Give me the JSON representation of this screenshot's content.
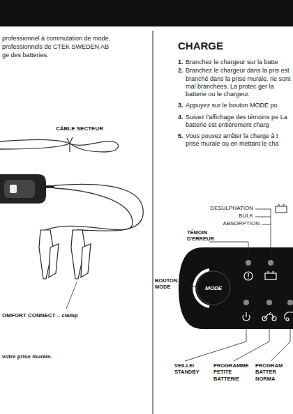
{
  "diagram": {
    "title": "CHARGE",
    "nodes": [
      {
        "text": [
          "MODE"
        ]
      }
    ],
    "labels": [
      "professionnel à commutation de mode.",
      "professionnels de CTEK SWEDEN AB",
      "ge des batteries.",
      "CÂBLE SECTEUR",
      "OMFORT CONNECT – clamp",
      "votre prise murale.",
      "1.",
      "Branchez le chargeur sur la batte",
      "2.",
      "Branchez le chargeur dans la pris est branché dans la prise murale. rie sont mal branchées. La protec ger la batterie ou le chargeur.",
      "3.",
      "Appuyez sur le bouton MODE po",
      "4.",
      "Suivez l'affichage des témoins pe La batterie est entièrement charg",
      "5.",
      "Vous pouvez arrêter la charge à t prise murale ou en mettant le cha",
      "DESULPHATION",
      "BULK",
      "ABSORPTION",
      "TÉMOIN D'ERREUR",
      "BOUTON DE MODE",
      "VEILLE/ STANDBY",
      "PROGRAMME PETITE BATTERIE",
      "PROGRAM BATTER NORMA"
    ]
  }
}
